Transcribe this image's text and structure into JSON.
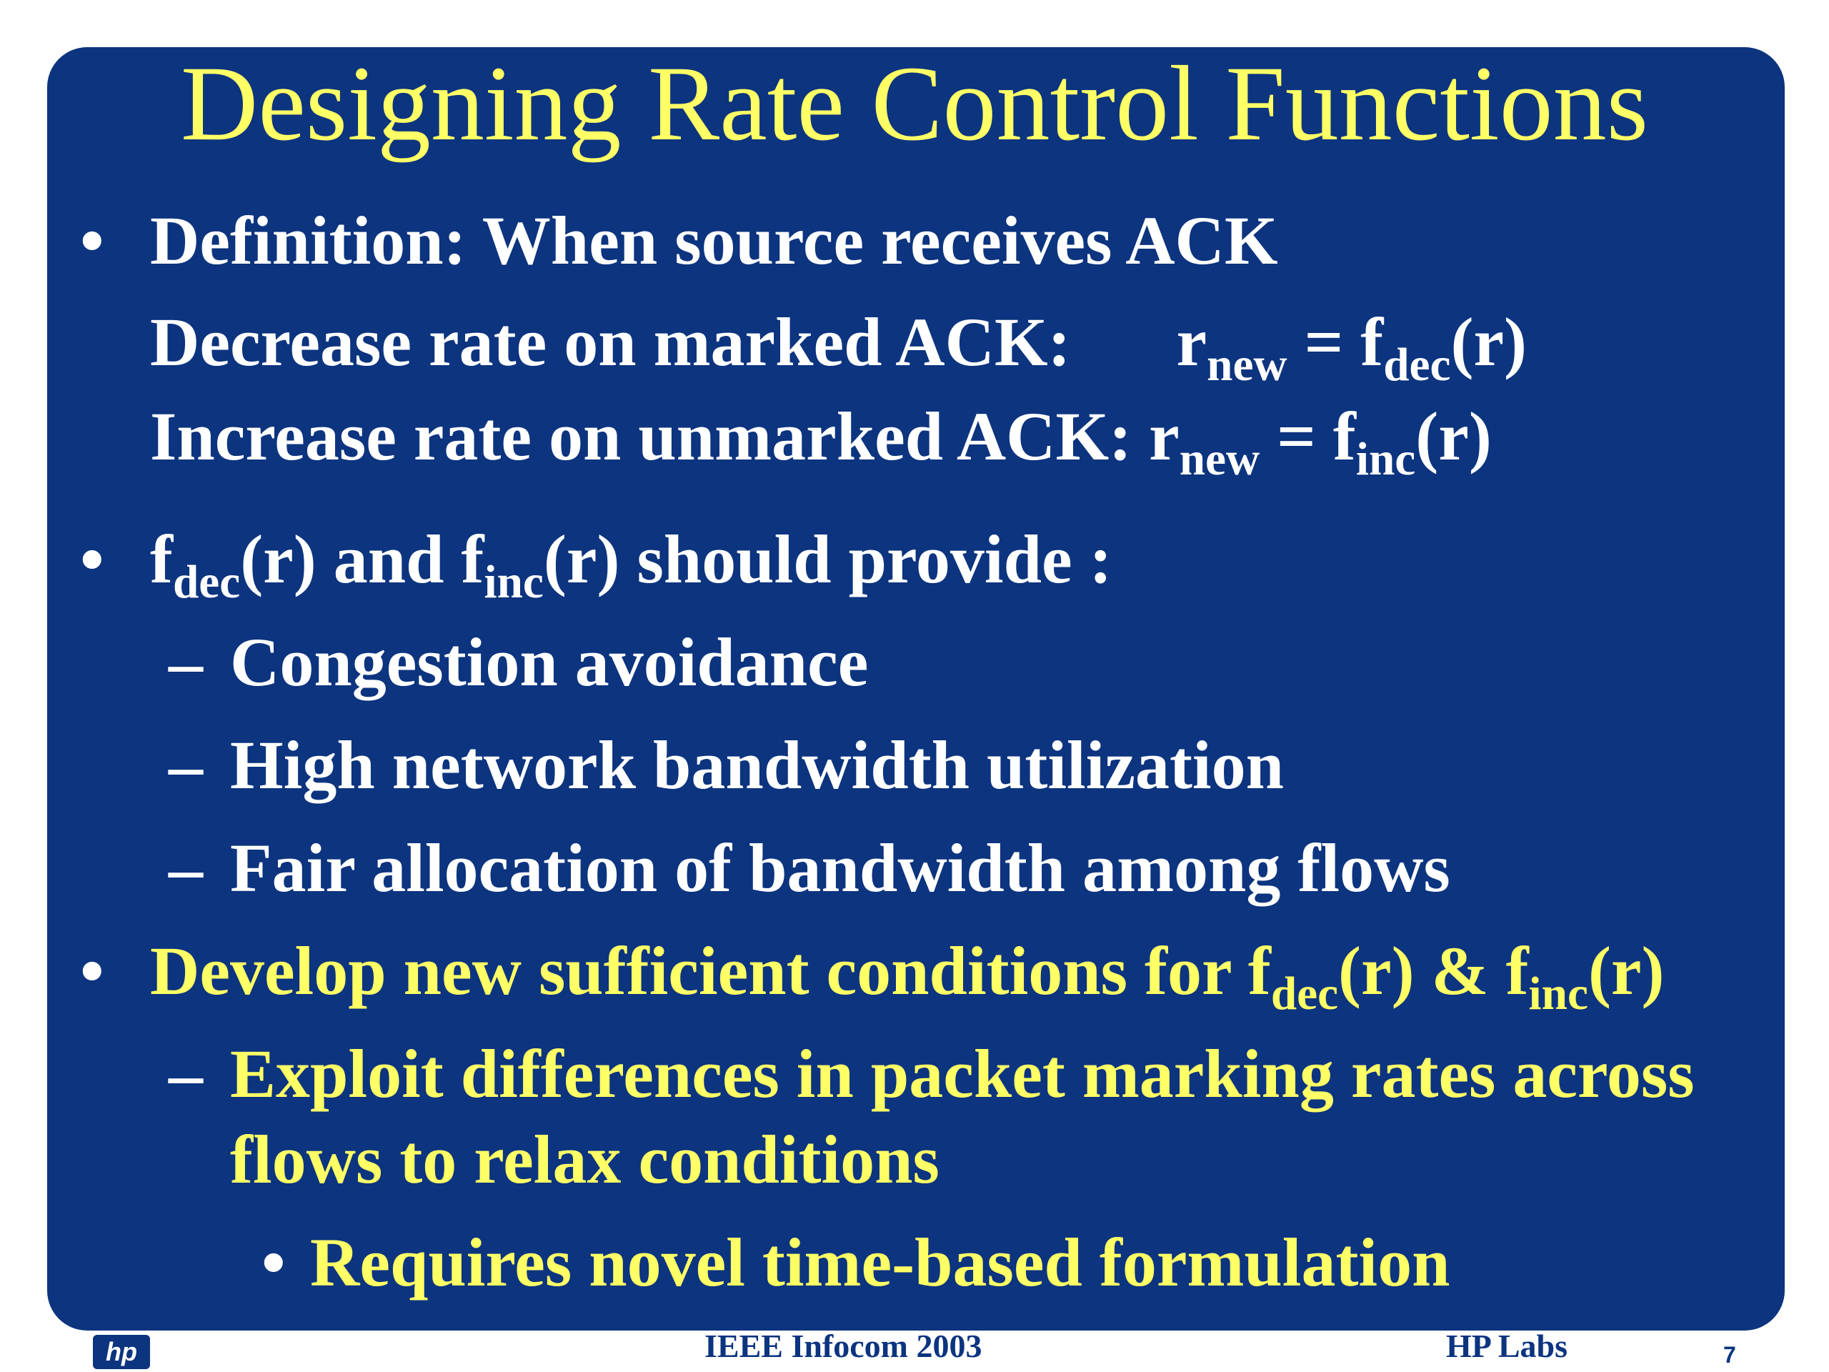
{
  "title": "Designing Rate Control Functions",
  "bullets": {
    "b1": "Definition: When source receives ACK",
    "dec_label": "Decrease rate on marked ACK:",
    "inc_label": "Increase rate on unmarked ACK:",
    "b2_tail": "should provide :",
    "and": "and",
    "sub1": "Congestion avoidance",
    "sub2": "High network bandwidth utilization",
    "sub3": "Fair allocation of bandwidth among flows",
    "b3": "Develop new sufficient conditions for",
    "amp": "&",
    "sub4_line1": "Exploit differences in packet marking rates across",
    "sub4_line2": "flows to relax conditions",
    "subsub1": "Requires novel time-based formulation"
  },
  "math": {
    "r": "r",
    "new": "new",
    "eq": "=",
    "f": "f",
    "dec": "dec",
    "inc": "inc",
    "arg": "(r)"
  },
  "marks": {
    "bullet": "•",
    "dash": "–"
  },
  "footer": {
    "logo": "hp",
    "conference": "IEEE Infocom 2003",
    "org": "HP Labs",
    "page": "7"
  },
  "colors": {
    "background": "#0c347f",
    "title": "#ffff66",
    "body_text": "#ffffff",
    "highlight_text": "#ffff66"
  }
}
